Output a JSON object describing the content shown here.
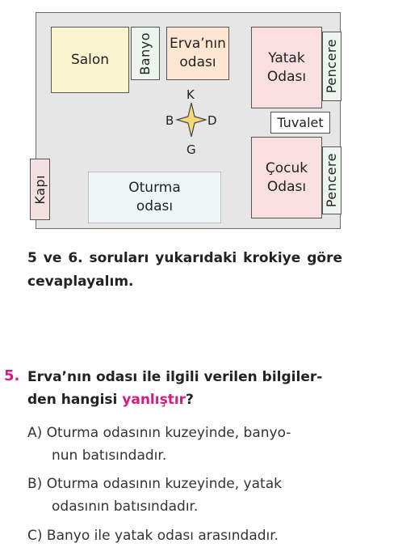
{
  "plan": {
    "rooms": {
      "salon": "Salon",
      "banyo": "Banyo",
      "erva_line1": "Erva’nın",
      "erva_line2": "odası",
      "yatak_line1": "Yatak",
      "yatak_line2": "Odası",
      "pencere_1": "Pencere",
      "tuvalet": "Tuvalet",
      "cocuk_line1": "Çocuk",
      "cocuk_line2": "Odası",
      "pencere_2": "Pencere",
      "kapi": "Kapı",
      "oturma_line1": "Oturma",
      "oturma_line2": "odası"
    },
    "compass": {
      "north": "K",
      "south": "G",
      "east": "D",
      "west": "B"
    }
  },
  "intro": "5 ve 6. soruları yukarıdaki krokiye göre cevaplayalım.",
  "question": {
    "number": "5.",
    "text_before": "Erva’nın odası ile ilgili verilen bilgiler-den hangisi ",
    "highlight": "yanlıştır",
    "text_after": "?",
    "options": [
      {
        "letter": "A)",
        "line1": "Oturma odasının kuzeyinde, banyo-",
        "line2": "nun batısındadır."
      },
      {
        "letter": "B)",
        "line1": "Oturma odasının kuzeyinde, yatak",
        "line2": "odasının batısındadır."
      },
      {
        "letter": "C)",
        "line1": "Banyo ile yatak odası arasındadır.",
        "line2": ""
      }
    ]
  },
  "colors": {
    "accent": "#e0157f"
  }
}
